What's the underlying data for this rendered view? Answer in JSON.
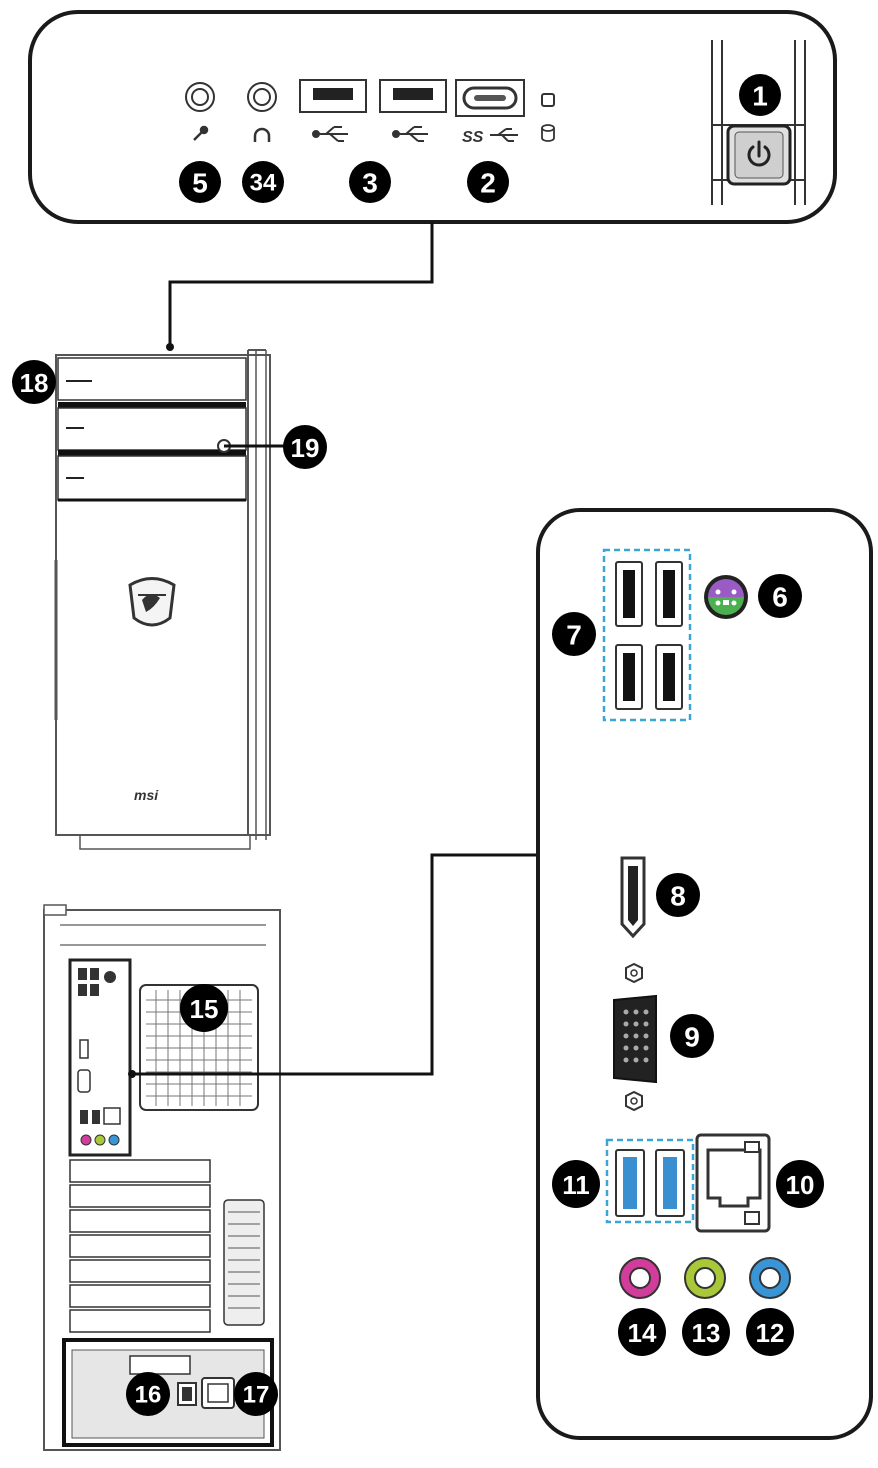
{
  "callouts": {
    "c1": "1",
    "c2": "2",
    "c3": "3",
    "c4": "34",
    "c5": "5",
    "c6": "6",
    "c7": "7",
    "c8": "8",
    "c9": "9",
    "c10": "10",
    "c11": "11",
    "c12": "12",
    "c13": "13",
    "c14": "14",
    "c15": "15",
    "c16": "16",
    "c17": "17",
    "c18": "18",
    "c19": "19"
  },
  "front_panel": {
    "usb3_label": "SS",
    "brand_mark": "msi"
  },
  "colors": {
    "usb3_blue": "#3a8fd0",
    "dashed_highlight": "#3aa6d6",
    "audio_pink": "#d23c9a",
    "audio_green": "#a8c83a",
    "audio_blue": "#3a95d6",
    "ps2_purple": "#9a5cc4",
    "ps2_green": "#4caf50",
    "callout_bg": "#000000"
  },
  "icons": [
    "microphone-icon",
    "headphone-icon",
    "usb-icon",
    "usb3-icon",
    "hdd-led-icon",
    "power-icon",
    "msi-shield-logo"
  ]
}
